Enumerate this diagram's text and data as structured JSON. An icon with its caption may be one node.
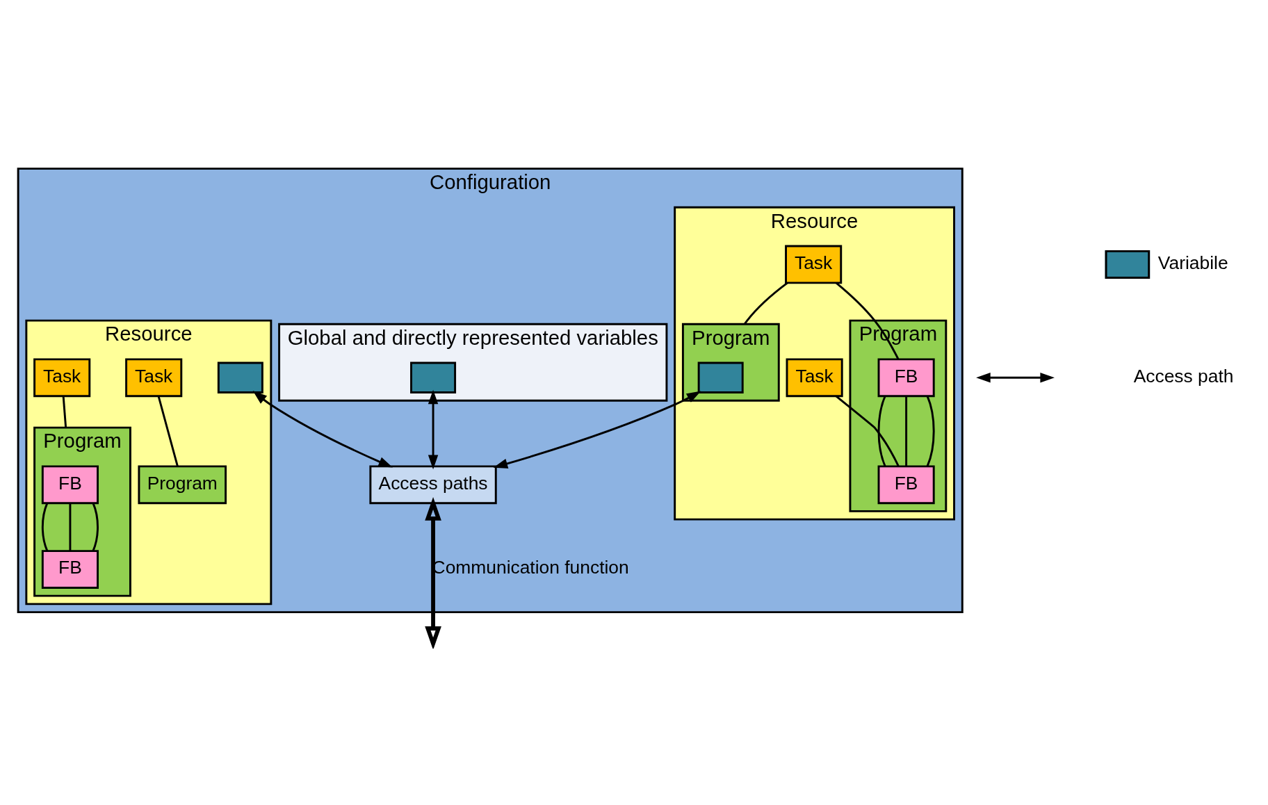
{
  "diagram": {
    "nodes": [
      {
        "text": [
          "Configuration"
        ]
      },
      {
        "text": [
          "Resource"
        ],
        "in": 0
      },
      {
        "text": [
          "Task"
        ],
        "in": 1
      },
      {
        "text": [
          "Task"
        ],
        "in": 1
      },
      {
        "text": [
          "Program"
        ],
        "in": 1
      },
      {
        "text": [
          "Program"
        ],
        "in": 1
      },
      {
        "text": [],
        "shape": "box",
        "in": 4
      },
      {
        "text": [
          "FB"
        ],
        "in": 5
      },
      {
        "text": [
          "FB"
        ],
        "in": 5
      },
      {
        "text": [
          "Resource"
        ],
        "in": 0
      },
      {
        "text": [
          "Task"
        ],
        "in": 9
      },
      {
        "text": [
          "Task"
        ],
        "in": 9
      },
      {
        "text": [
          "Program"
        ],
        "in": 9
      },
      {
        "text": [
          "Program"
        ],
        "in": 9
      },
      {
        "text": [
          "FB"
        ],
        "in": 13
      },
      {
        "text": [
          "FB"
        ],
        "in": 13
      },
      {
        "text": [],
        "shape": "box",
        "in": 9
      },
      {
        "text": [
          "Global and directly represented variables"
        ],
        "in": 0
      },
      {
        "text": [],
        "shape": "box",
        "in": 17
      },
      {
        "text": [
          "Access paths"
        ],
        "in": 0
      }
    ],
    "edges": [
      {
        "from": 2,
        "to": 4,
        "arrow": "none"
      },
      {
        "from": 2,
        "to": 7,
        "arrow": "none"
      },
      {
        "from": 3,
        "to": 8,
        "arrow": "none"
      },
      {
        "from": 7,
        "to": 8,
        "arrow": "none"
      },
      {
        "from": 7,
        "to": 8,
        "arrow": "none"
      },
      {
        "from": 7,
        "to": 8,
        "arrow": "none"
      },
      {
        "from": 10,
        "to": 12,
        "arrow": "none"
      },
      {
        "from": 11,
        "to": 13,
        "arrow": "none"
      },
      {
        "from": 14,
        "to": 15,
        "arrow": "none"
      },
      {
        "from": 14,
        "to": 15,
        "arrow": "none"
      },
      {
        "from": 14,
        "to": 15,
        "arrow": "none"
      },
      {
        "from": 6,
        "to": 19,
        "arrow": "both"
      },
      {
        "from": 18,
        "to": 19,
        "arrow": "both"
      },
      {
        "from": 16,
        "to": 19,
        "arrow": "both"
      },
      {
        "from": 19,
        "to": null,
        "arrow": "both",
        "label": "Communication function",
        "style": "thick"
      }
    ],
    "legend": [
      {
        "text": "Variabile",
        "color": "#31849b"
      },
      {
        "text": "Access path"
      }
    ]
  }
}
